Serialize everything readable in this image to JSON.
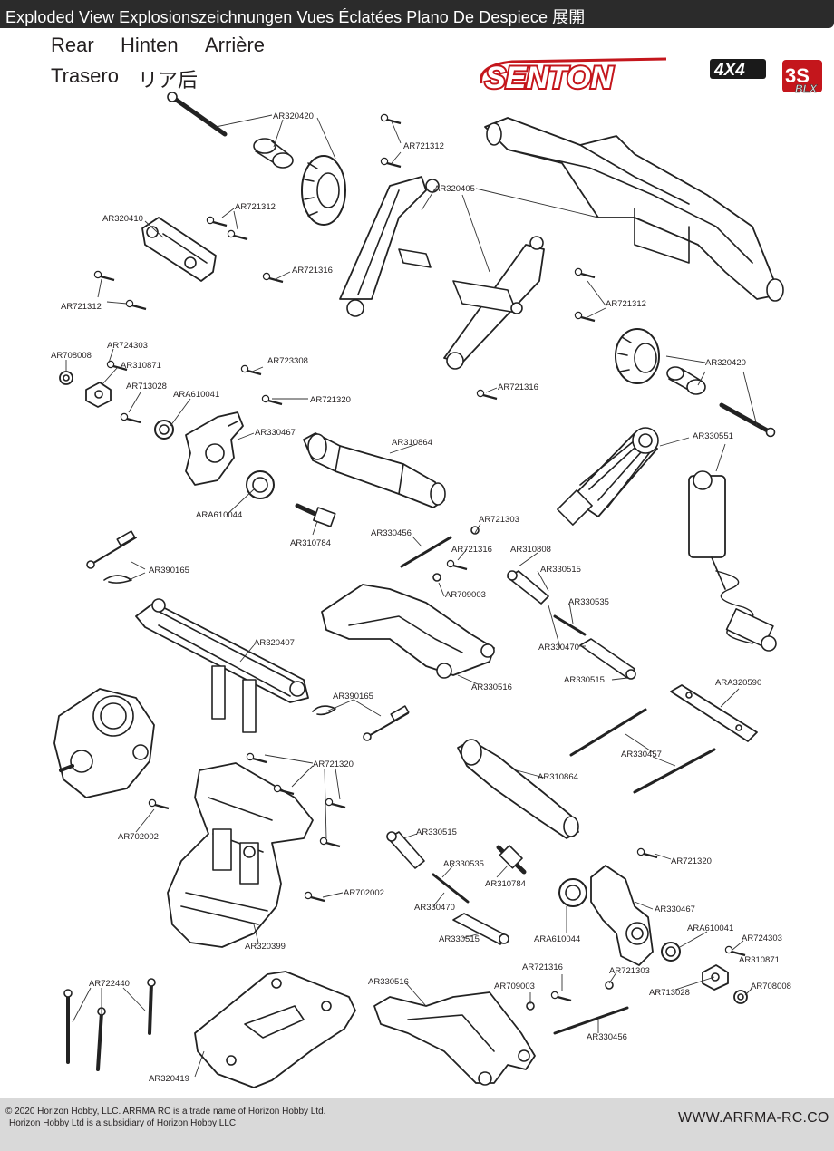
{
  "header": {
    "title": "Exploded View  Explosionszeichnungen  Vues Éclatées  Plano De Despiece 展開"
  },
  "subtitle": {
    "line1": [
      "Rear",
      "Hinten",
      "Arrière"
    ],
    "line2": [
      "Trasero",
      "リア后"
    ]
  },
  "logo": {
    "wordmark": "SENTON",
    "badge_4x4": "4X4",
    "badge_3s": "3S",
    "badge_blx": "BLX",
    "colors": {
      "red": "#c4161c",
      "black": "#1a1a1a"
    }
  },
  "part_labels": {
    "l01": "AR320420",
    "l02": "AR721312",
    "l03": "AR320405",
    "l04": "AR721312",
    "l05": "AR320410",
    "l06": "AR721316",
    "l07": "AR721312",
    "l08": "AR721312",
    "l09": "AR708008",
    "l10": "AR724303",
    "l11": "AR310871",
    "l12": "AR723308",
    "l13": "AR320420",
    "l14": "AR713028",
    "l15": "ARA610041",
    "l16": "AR721320",
    "l17": "AR721316",
    "l18": "AR330467",
    "l19": "AR310864",
    "l20": "AR330551",
    "l21": "ARA610044",
    "l22": "AR721303",
    "l23": "AR330456",
    "l24": "AR310784",
    "l25": "AR721316",
    "l26": "AR310808",
    "l27": "AR390165",
    "l28": "AR330515",
    "l29": "AR709003",
    "l30": "AR330535",
    "l31": "AR320407",
    "l32": "AR330470",
    "l33": "AR330516",
    "l34": "AR330515",
    "l35": "ARA320590",
    "l36": "AR390165",
    "l37": "AR330457",
    "l38": "AR721320",
    "l39": "AR310864",
    "l40": "AR702002",
    "l41": "AR330515",
    "l42": "AR721320",
    "l43": "AR330535",
    "l44": "AR310784",
    "l45": "AR702002",
    "l46": "AR330467",
    "l47": "AR330470",
    "l48": "ARA610044",
    "l49": "ARA610041",
    "l50": "AR724303",
    "l51": "AR330515",
    "l52": "AR310871",
    "l53": "AR320399",
    "l54": "AR722440",
    "l55": "AR721316",
    "l56": "AR721303",
    "l57": "AR708008",
    "l58": "AR330516",
    "l59": "AR709003",
    "l60": "AR713028",
    "l61": "AR330456",
    "l62": "AR320419"
  },
  "footer": {
    "line1": "© 2020  Horizon Hobby, LLC. ARRMA RC is a trade name of Horizon Hobby Ltd.",
    "line2": "Horizon Hobby Ltd is a subsidiary of Horizon Hobby LLC",
    "url": "WWW.ARRMA-RC.CO"
  }
}
